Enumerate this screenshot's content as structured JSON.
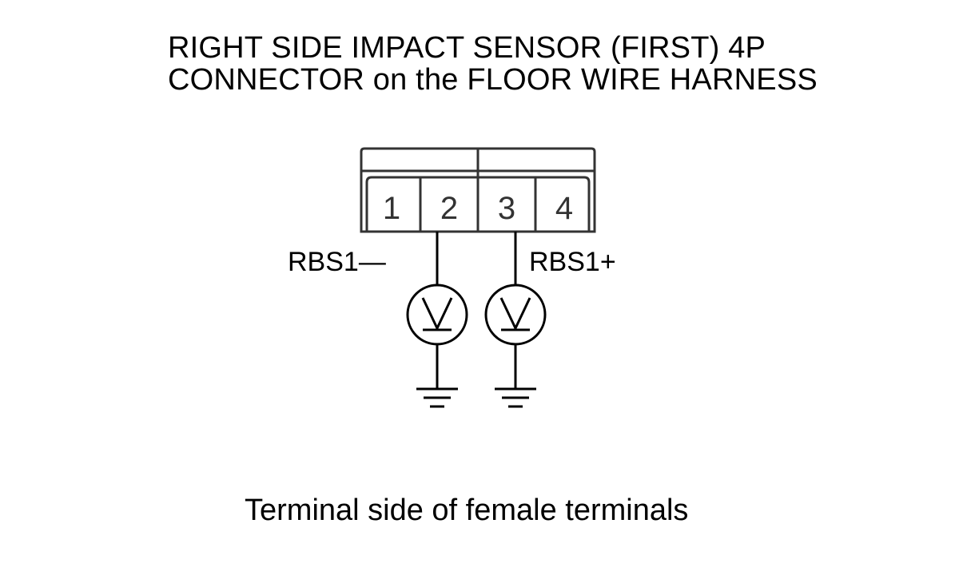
{
  "title": {
    "line1": "RIGHT SIDE IMPACT SENSOR (FIRST) 4P",
    "line2": "CONNECTOR on the FLOOR WIRE HARNESS"
  },
  "connector": {
    "terminals": [
      "1",
      "2",
      "3",
      "4"
    ]
  },
  "probes": [
    {
      "label": "RBS1—",
      "terminal": "2",
      "meter_symbol": "V"
    },
    {
      "label": "RBS1+",
      "terminal": "3",
      "meter_symbol": "V"
    }
  ],
  "caption": "Terminal side of female terminals"
}
